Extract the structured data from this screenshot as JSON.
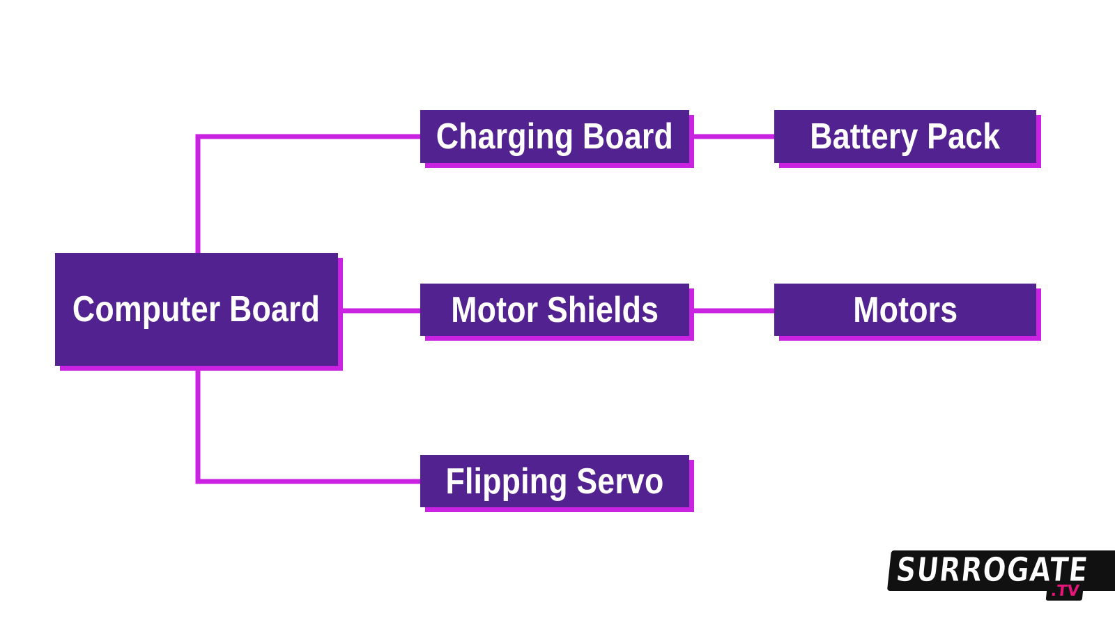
{
  "colors": {
    "box_fill": "#522290",
    "box_shadow": "#c922e0",
    "wire": "#c922e0",
    "text": "#ffffff",
    "logo_accent": "#e6157a"
  },
  "nodes": [
    {
      "id": "computer-board",
      "label": "Computer Board"
    },
    {
      "id": "charging-board",
      "label": "Charging Board"
    },
    {
      "id": "battery-pack",
      "label": "Battery Pack"
    },
    {
      "id": "motor-shields",
      "label": "Motor Shields"
    },
    {
      "id": "motors",
      "label": "Motors"
    },
    {
      "id": "flipping-servo",
      "label": "Flipping Servo"
    }
  ],
  "edges": [
    {
      "from": "computer-board",
      "to": "charging-board"
    },
    {
      "from": "charging-board",
      "to": "battery-pack"
    },
    {
      "from": "computer-board",
      "to": "motor-shields"
    },
    {
      "from": "motor-shields",
      "to": "motors"
    },
    {
      "from": "computer-board",
      "to": "flipping-servo"
    }
  ],
  "logo": {
    "name": "SURROGATE",
    "suffix": ".TV"
  }
}
